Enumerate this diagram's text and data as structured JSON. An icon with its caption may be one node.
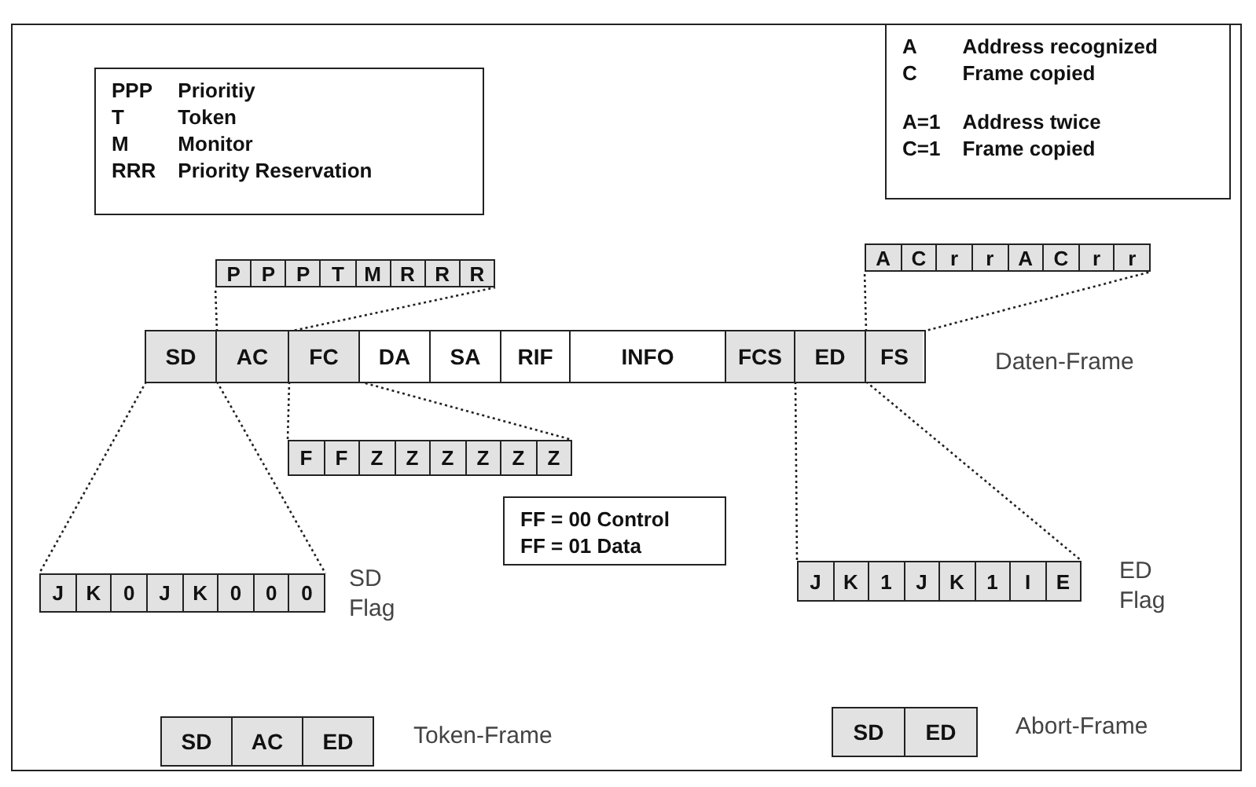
{
  "diagram": {
    "nodes": [
      {
        "text": [
          "PPP",
          "Prioritiy",
          "T",
          "Token",
          "M",
          "Monitor",
          "RRR",
          "Priority Reservation"
        ]
      },
      {
        "text": [
          "A",
          "Address recognized",
          "C",
          "Frame copied",
          "A=1",
          "Address twice",
          "C=1",
          "Frame copied"
        ]
      },
      {
        "text": [],
        "shape": "bar"
      },
      {
        "text": [
          "P"
        ],
        "in": 2
      },
      {
        "text": [
          "P"
        ],
        "in": 2
      },
      {
        "text": [
          "P"
        ],
        "in": 2
      },
      {
        "text": [
          "T"
        ],
        "in": 2
      },
      {
        "text": [
          "M"
        ],
        "in": 2
      },
      {
        "text": [
          "R"
        ],
        "in": 2
      },
      {
        "text": [
          "R"
        ],
        "in": 2
      },
      {
        "text": [
          "R"
        ],
        "in": 2
      },
      {
        "text": [],
        "shape": "bar"
      },
      {
        "text": [
          "A"
        ],
        "in": 11
      },
      {
        "text": [
          "C"
        ],
        "in": 11
      },
      {
        "text": [
          "r"
        ],
        "in": 11
      },
      {
        "text": [
          "r"
        ],
        "in": 11
      },
      {
        "text": [
          "A"
        ],
        "in": 11
      },
      {
        "text": [
          "C"
        ],
        "in": 11
      },
      {
        "text": [
          "r"
        ],
        "in": 11
      },
      {
        "text": [
          "r"
        ],
        "in": 11
      },
      {
        "text": [],
        "shape": "bar",
        "beside": [
          "Daten-Frame"
        ]
      },
      {
        "text": [
          "SD"
        ],
        "in": 20
      },
      {
        "text": [
          "AC"
        ],
        "in": 20
      },
      {
        "text": [
          "FC"
        ],
        "in": 20
      },
      {
        "text": [
          "DA"
        ],
        "in": 20
      },
      {
        "text": [
          "SA"
        ],
        "in": 20
      },
      {
        "text": [
          "RIF"
        ],
        "in": 20
      },
      {
        "text": [
          "INFO"
        ],
        "in": 20
      },
      {
        "text": [
          "FCS"
        ],
        "in": 20
      },
      {
        "text": [
          "ED"
        ],
        "in": 20
      },
      {
        "text": [
          "FS"
        ],
        "in": 20
      },
      {
        "text": [],
        "shape": "bar"
      },
      {
        "text": [
          "F"
        ],
        "in": 31
      },
      {
        "text": [
          "F"
        ],
        "in": 31
      },
      {
        "text": [
          "Z"
        ],
        "in": 31
      },
      {
        "text": [
          "Z"
        ],
        "in": 31
      },
      {
        "text": [
          "Z"
        ],
        "in": 31
      },
      {
        "text": [
          "Z"
        ],
        "in": 31
      },
      {
        "text": [
          "Z"
        ],
        "in": 31
      },
      {
        "text": [
          "Z"
        ],
        "in": 31
      },
      {
        "text": [
          "FF = 00 Control",
          "FF = 01 Data"
        ]
      },
      {
        "text": [],
        "shape": "bar",
        "beside": [
          "SD Flag"
        ]
      },
      {
        "text": [
          "J"
        ],
        "in": 41
      },
      {
        "text": [
          "K"
        ],
        "in": 41
      },
      {
        "text": [
          "0"
        ],
        "in": 41
      },
      {
        "text": [
          "J"
        ],
        "in": 41
      },
      {
        "text": [
          "K"
        ],
        "in": 41
      },
      {
        "text": [
          "0"
        ],
        "in": 41
      },
      {
        "text": [
          "0"
        ],
        "in": 41
      },
      {
        "text": [
          "0"
        ],
        "in": 41
      },
      {
        "text": [],
        "shape": "bar",
        "beside": [
          "ED Flag"
        ]
      },
      {
        "text": [
          "J"
        ],
        "in": 50
      },
      {
        "text": [
          "K"
        ],
        "in": 50
      },
      {
        "text": [
          "1"
        ],
        "in": 50
      },
      {
        "text": [
          "J"
        ],
        "in": 50
      },
      {
        "text": [
          "K"
        ],
        "in": 50
      },
      {
        "text": [
          "1"
        ],
        "in": 50
      },
      {
        "text": [
          "I"
        ],
        "in": 50
      },
      {
        "text": [
          "E"
        ],
        "in": 50
      },
      {
        "text": [],
        "shape": "bar",
        "beside": [
          "Token-Frame"
        ]
      },
      {
        "text": [
          "SD"
        ],
        "in": 59
      },
      {
        "text": [
          "AC"
        ],
        "in": 59
      },
      {
        "text": [
          "ED"
        ],
        "in": 59
      },
      {
        "text": [],
        "shape": "bar",
        "beside": [
          "Abort-Frame"
        ]
      },
      {
        "text": [
          "SD"
        ],
        "in": 63
      },
      {
        "text": [
          "ED"
        ],
        "in": 63
      }
    ],
    "edges": [
      {
        "from": 21,
        "to": 41,
        "arrow": "none",
        "style": "dashed"
      },
      {
        "from": 21,
        "to": 41,
        "arrow": "none",
        "style": "dashed"
      },
      {
        "from": 22,
        "to": 2,
        "arrow": "none",
        "style": "dashed"
      },
      {
        "from": 22,
        "to": 2,
        "arrow": "none",
        "style": "dashed"
      },
      {
        "from": 23,
        "to": 31,
        "arrow": "none",
        "style": "dashed"
      },
      {
        "from": 23,
        "to": 31,
        "arrow": "none",
        "style": "dashed"
      },
      {
        "from": 29,
        "to": 50,
        "arrow": "none",
        "style": "dashed"
      },
      {
        "from": 29,
        "to": 50,
        "arrow": "none",
        "style": "dashed"
      },
      {
        "from": 30,
        "to": 11,
        "arrow": "none",
        "style": "dashed"
      },
      {
        "from": 30,
        "to": 11,
        "arrow": "none",
        "style": "dashed"
      }
    ]
  }
}
